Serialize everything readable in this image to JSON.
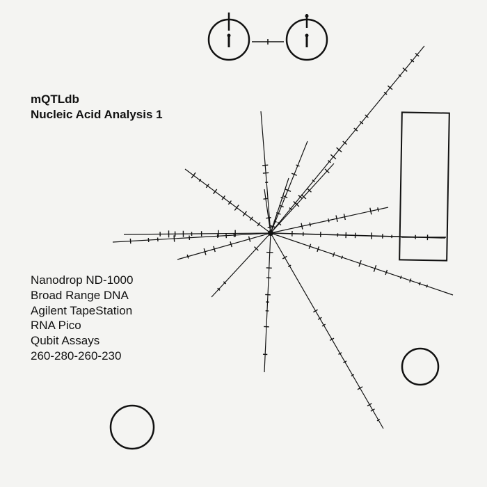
{
  "cover": {
    "title_lines": [
      "mQTLdb",
      "Nucleic Acid Analysis 1"
    ],
    "credit_lines": [
      "Nanodrop ND-1000",
      "Broad Range DNA",
      "Agilent TapeStation",
      "RNA Pico",
      "Qubit Assays",
      "260-280-260-230"
    ],
    "colors": {
      "background": "#f4f4f2",
      "ink": "#111111"
    }
  }
}
